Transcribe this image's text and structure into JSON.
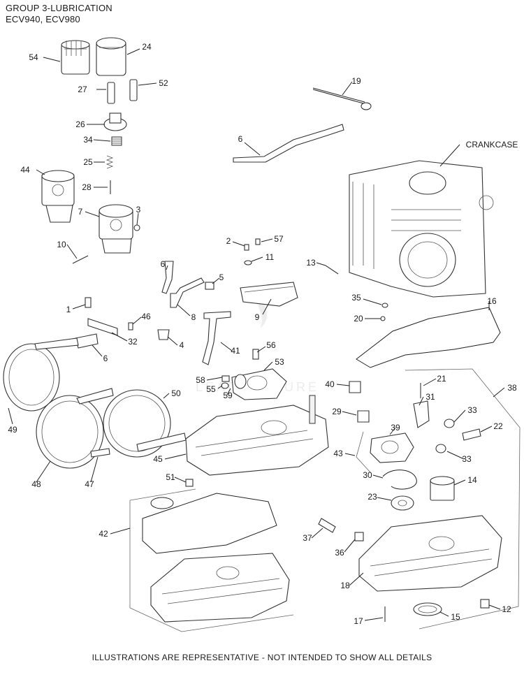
{
  "header": {
    "line1": "GROUP 3-LUBRICATION",
    "line2": "ECV940, ECV980"
  },
  "footer": "ILLUSTRATIONS ARE REPRESENTATIVE - NOT INTENDED TO SHOW ALL DETAILS",
  "callouts": {
    "n54": "54",
    "n24": "24",
    "n27": "27",
    "n52": "52",
    "n26": "26",
    "n34": "34",
    "n25": "25",
    "n44": "44",
    "n28": "28",
    "n7": "7",
    "n3": "3",
    "n10": "10",
    "n19": "19",
    "n6a": "6",
    "crankcase": "CRANKCASE",
    "n2": "2",
    "n57": "57",
    "n11": "11",
    "n13": "13",
    "n6b": "6",
    "n5": "5",
    "n8": "8",
    "n9": "9",
    "n35": "35",
    "n16": "16",
    "n1": "1",
    "n46": "46",
    "n32": "32",
    "n4": "4",
    "n20": "20",
    "n6c": "6",
    "n41": "41",
    "n56": "56",
    "n53": "53",
    "n58": "58",
    "n55": "55",
    "n59": "59",
    "n40": "40",
    "n21": "21",
    "n38": "38",
    "n50": "50",
    "n49": "49",
    "n31": "31",
    "n29": "29",
    "n33a": "33",
    "n22": "22",
    "n39": "39",
    "n45": "45",
    "n43": "43",
    "n33b": "33",
    "n48": "48",
    "n47": "47",
    "n30": "30",
    "n14": "14",
    "n51": "51",
    "n23": "23",
    "n42": "42",
    "n37": "37",
    "n36": "36",
    "n18": "18",
    "n12": "12",
    "n17": "17",
    "n15": "15"
  }
}
